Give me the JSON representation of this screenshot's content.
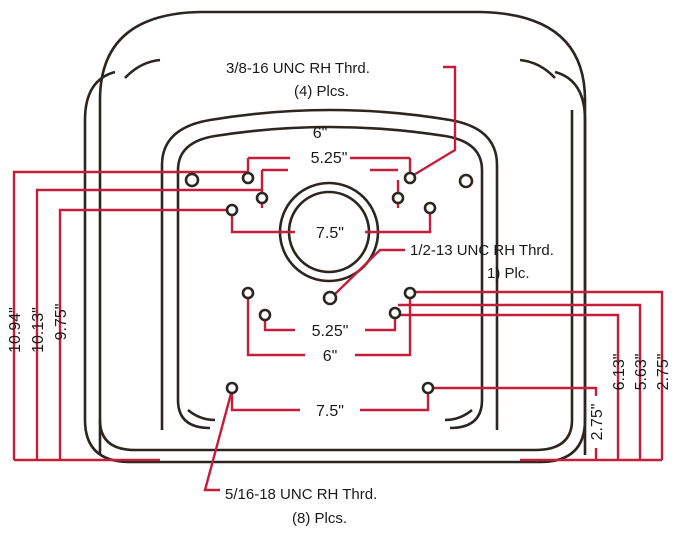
{
  "labels": {
    "top_thread": "3/8-16 UNC RH Thrd.",
    "top_count": "(4) Plcs.",
    "mid_thread": "1/2-13 UNC RH Thrd.",
    "mid_count": "1) Plc.",
    "bottom_thread": "5/16-18 UNC RH Thrd.",
    "bottom_count": "(8) Plcs."
  },
  "dimensions": {
    "top_outer": "6\"",
    "top_inner": "5.25\"",
    "top_wide": "7.5\"",
    "low_inner": "5.25\"",
    "low_outer": "6\"",
    "low_wide": "7.5\"",
    "left_1": "10.94\"",
    "left_2": "10.13\"",
    "left_3": "9.75\"",
    "right_small": "2.75\"",
    "right_1": "6.13\"",
    "right_2": "5.63\"",
    "right_3": "2.75\""
  },
  "colors": {
    "dimension": "#c41e3a",
    "outline": "#2b2622"
  }
}
